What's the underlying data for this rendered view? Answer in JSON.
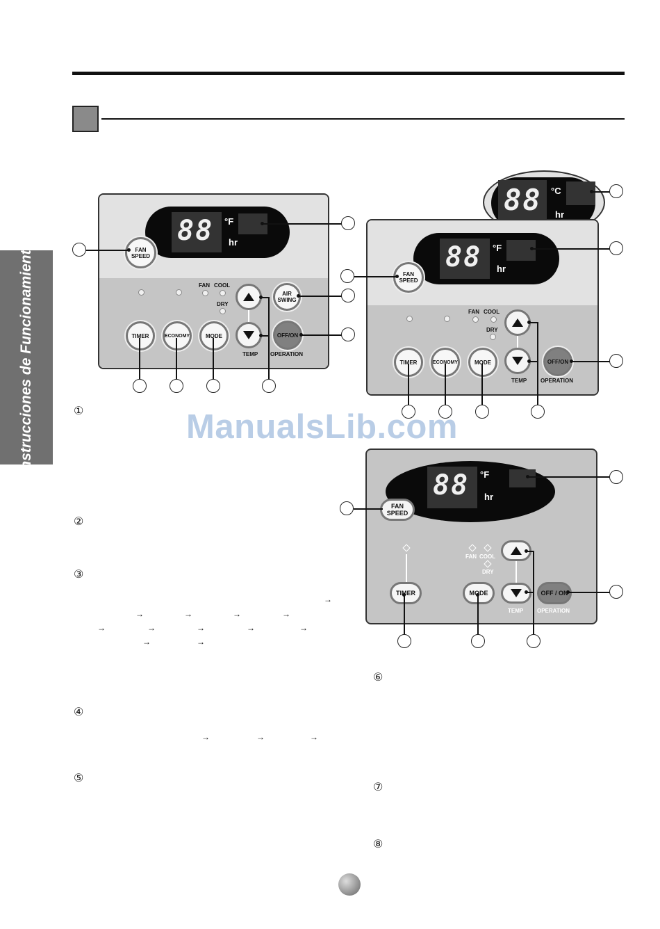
{
  "sidebar": {
    "title": "Instrucciones de Funcionamiento"
  },
  "watermark": "ManualsLib.com",
  "panel": {
    "seg_display": "88",
    "unit_f": "°F",
    "unit_c": "°C",
    "hr": "hr",
    "fan_speed": "FAN\nSPEED",
    "air_swing": "AIR\nSWING",
    "timer": "TIMER",
    "economy": "ECONOMY",
    "mode": "MODE",
    "off_on": "OFF/ON",
    "off_on_spaced": "OFF / ON",
    "operation": "OPERATION",
    "temp": "TEMP",
    "fan": "FAN",
    "cool": "COOL",
    "dry": "DRY"
  },
  "items": [
    "①",
    "②",
    "③",
    "④",
    "⑤",
    "⑥",
    "⑦",
    "⑧"
  ],
  "arrow": "→"
}
